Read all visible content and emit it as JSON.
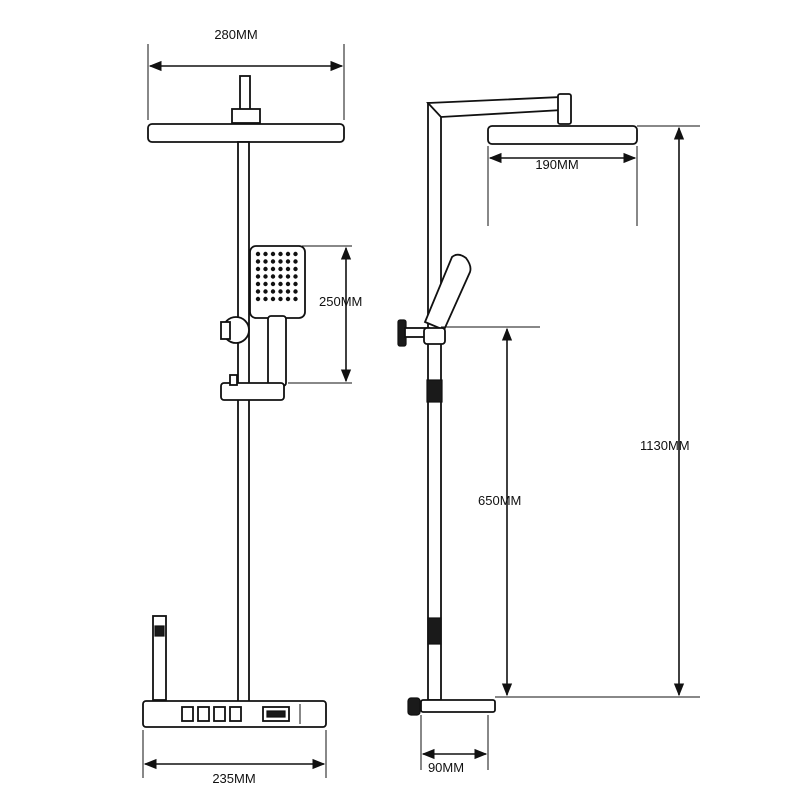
{
  "dimensions": {
    "head_width_front": "280MM",
    "hand_shower_length": "250MM",
    "console_width": "235MM",
    "head_width_side": "190MM",
    "overall_height": "1130MM",
    "holder_height": "650MM",
    "console_depth": "90MM"
  }
}
